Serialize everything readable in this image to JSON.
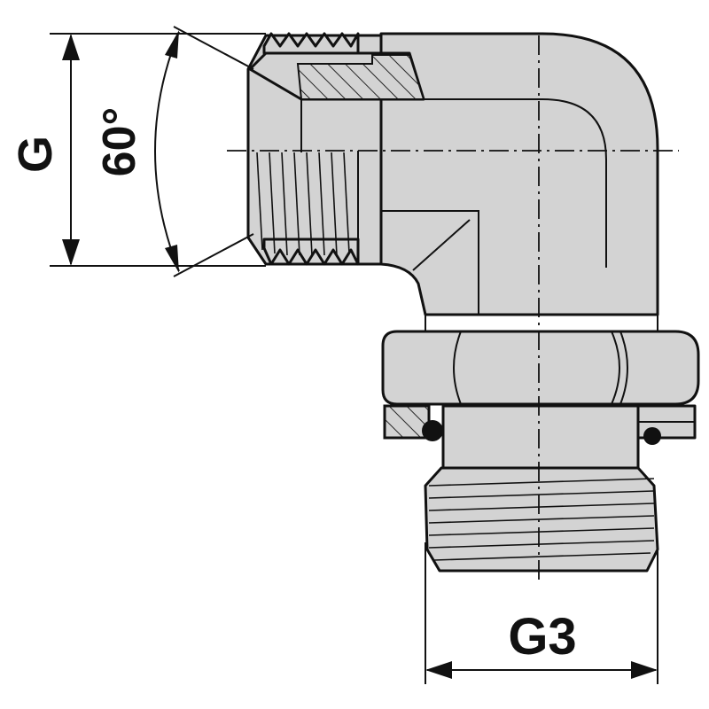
{
  "labels": {
    "g": "G",
    "angle": "60°",
    "g3": "G3"
  },
  "colors": {
    "body_fill": "#d3d3d3",
    "line": "#111111",
    "background": "#ffffff"
  }
}
